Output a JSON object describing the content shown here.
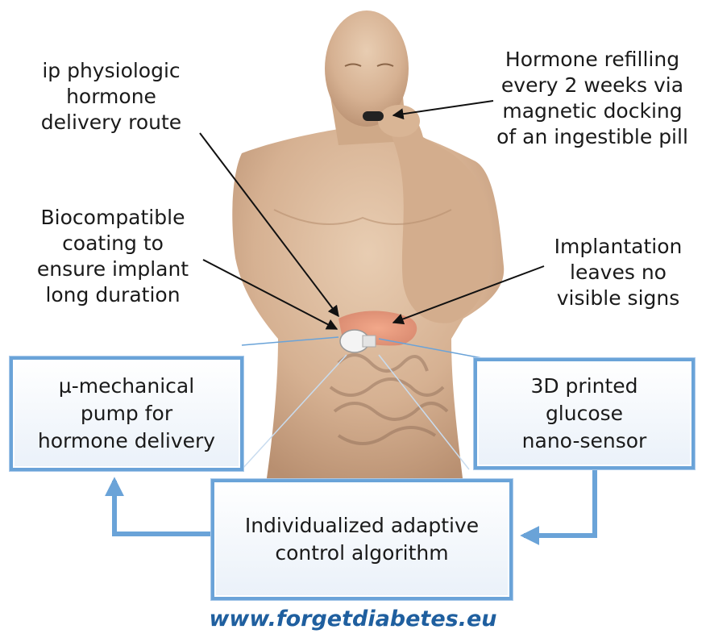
{
  "labels": {
    "ip_route": "ip physiologic\nhormone\ndelivery route",
    "refilling": "Hormone refilling\nevery 2 weeks via\nmagnetic docking\nof an ingestible pill",
    "coating": "Biocompatible\ncoating to\nensure implant\nlong duration",
    "implantation": "Implantation\nleaves no\nvisible signs"
  },
  "boxes": {
    "pump": "µ-mechanical\npump for\nhormone delivery",
    "sensor": "3D printed\nglucose\nnano-sensor",
    "algorithm": "Individualized adaptive\ncontrol algorithm"
  },
  "website": "www.forgetdiabetes.eu",
  "colors": {
    "box_border": "#6aa3d8",
    "arrow": "#6aa3d8",
    "website": "#1f5f9f",
    "skin": "#d9b595"
  }
}
